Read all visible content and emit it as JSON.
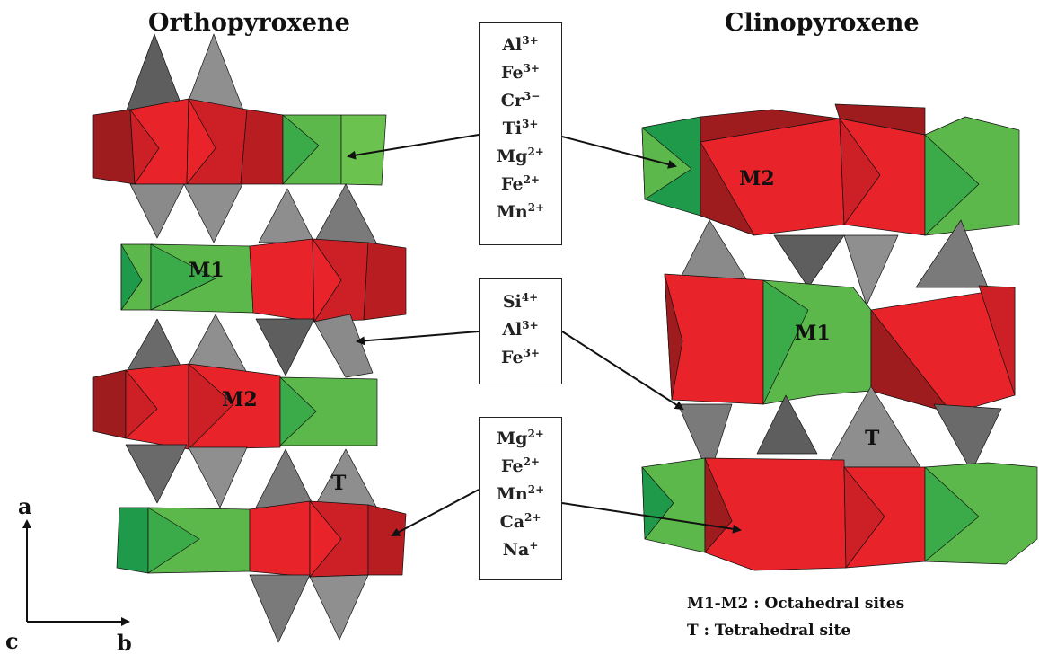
{
  "titles": {
    "left": "Orthopyroxene",
    "right": "Clinopyroxene"
  },
  "boxes": [
    {
      "ions": [
        {
          "el": "Al",
          "ch": "3+"
        },
        {
          "el": "Fe",
          "ch": "3+"
        },
        {
          "el": "Cr",
          "ch": "3−"
        },
        {
          "el": "Ti",
          "ch": "3+"
        },
        {
          "el": "Mg",
          "ch": "2+"
        },
        {
          "el": "Fe",
          "ch": "2+"
        },
        {
          "el": "Mn",
          "ch": "2+"
        }
      ]
    },
    {
      "ions": [
        {
          "el": "Si",
          "ch": "4+"
        },
        {
          "el": "Al",
          "ch": "3+"
        },
        {
          "el": "Fe",
          "ch": "3+"
        }
      ]
    },
    {
      "ions": [
        {
          "el": "Mg",
          "ch": "2+"
        },
        {
          "el": "Fe",
          "ch": "2+"
        },
        {
          "el": "Mn",
          "ch": "2+"
        },
        {
          "el": "Ca",
          "ch": "2+"
        },
        {
          "el": "Na",
          "ch": "+"
        }
      ]
    }
  ],
  "site_labels": {
    "m1": "M1",
    "m2": "M2",
    "t": "T"
  },
  "axes": {
    "a": "a",
    "b": "b",
    "c": "c"
  },
  "legend": {
    "line1": "M1-M2 : Octahedral sites",
    "line2": "T : Tetrahedral site"
  },
  "colors": {
    "red": "#e8242a",
    "red_dark": "#9e1b1e",
    "red_mid": "#cc1f26",
    "green": "#5cb84a",
    "green_dark": "#1e9a4a",
    "green_mid": "#3aab48",
    "gray": "#888888",
    "gray_dark": "#5e5e5e",
    "gray_light": "#a2a2a2",
    "line": "#111111"
  }
}
